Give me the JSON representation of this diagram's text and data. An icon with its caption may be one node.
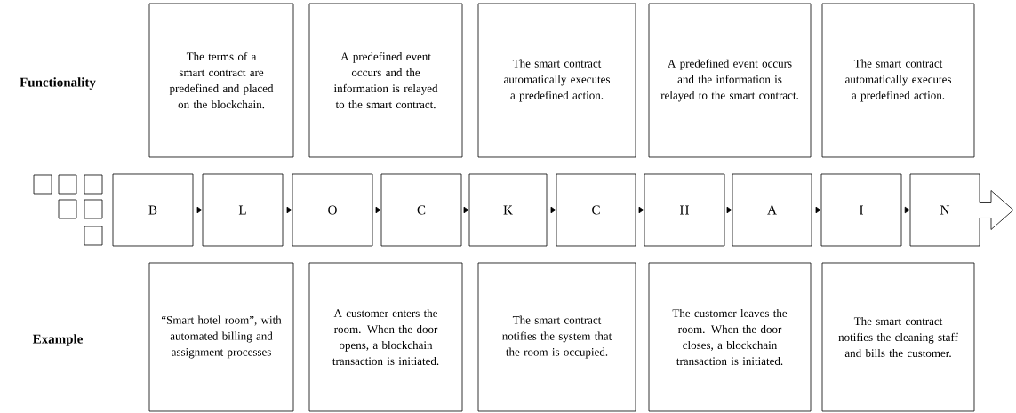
{
  "diagram": {
    "nodes": [
      {
        "text": [
          "The terms of a smart contract are predefined and placed on the blockchain."
        ]
      },
      {
        "text": [
          "A predefined event occurs and the information is relayed to the smart contract."
        ]
      },
      {
        "text": [
          "The smart contract automatically executes a predefined action."
        ]
      },
      {
        "text": [
          "A predefined event occurs and the information is relayed to the smart contract."
        ]
      },
      {
        "text": [
          "The smart contract automatically executes a predefined action."
        ]
      },
      {
        "text": [
          "B"
        ]
      },
      {
        "text": [
          "L"
        ]
      },
      {
        "text": [
          "O"
        ]
      },
      {
        "text": [
          "C"
        ]
      },
      {
        "text": [
          "K"
        ]
      },
      {
        "text": [
          "C"
        ]
      },
      {
        "text": [
          "H"
        ]
      },
      {
        "text": [
          "A"
        ]
      },
      {
        "text": [
          "I"
        ]
      },
      {
        "text": [
          "N"
        ]
      },
      {
        "text": [
          "“Smart hotel room”, with automated billing and assignment processes"
        ]
      },
      {
        "text": [
          "A customer enters the room. When the door opens, a blockchain transaction is initiated."
        ]
      },
      {
        "text": [
          "The smart contract notifies the system that the room is occupied."
        ]
      },
      {
        "text": [
          "The customer leaves the room. When the door closes, a blockchain transaction is initiated."
        ]
      },
      {
        "text": [
          "The smart contract notifies the cleaning staff and bills the customer."
        ]
      }
    ],
    "edges": [
      {
        "from": 5,
        "to": 6,
        "arrow": "to"
      },
      {
        "from": 6,
        "to": 7,
        "arrow": "to"
      },
      {
        "from": 7,
        "to": 8,
        "arrow": "to"
      },
      {
        "from": 8,
        "to": 9,
        "arrow": "to"
      },
      {
        "from": 9,
        "to": 10,
        "arrow": "to"
      },
      {
        "from": 10,
        "to": 11,
        "arrow": "to"
      },
      {
        "from": 11,
        "to": 12,
        "arrow": "to"
      },
      {
        "from": 12,
        "to": 13,
        "arrow": "to"
      },
      {
        "from": 13,
        "to": 14,
        "arrow": "to"
      }
    ],
    "labels": [
      "Functionality",
      "Example"
    ]
  }
}
